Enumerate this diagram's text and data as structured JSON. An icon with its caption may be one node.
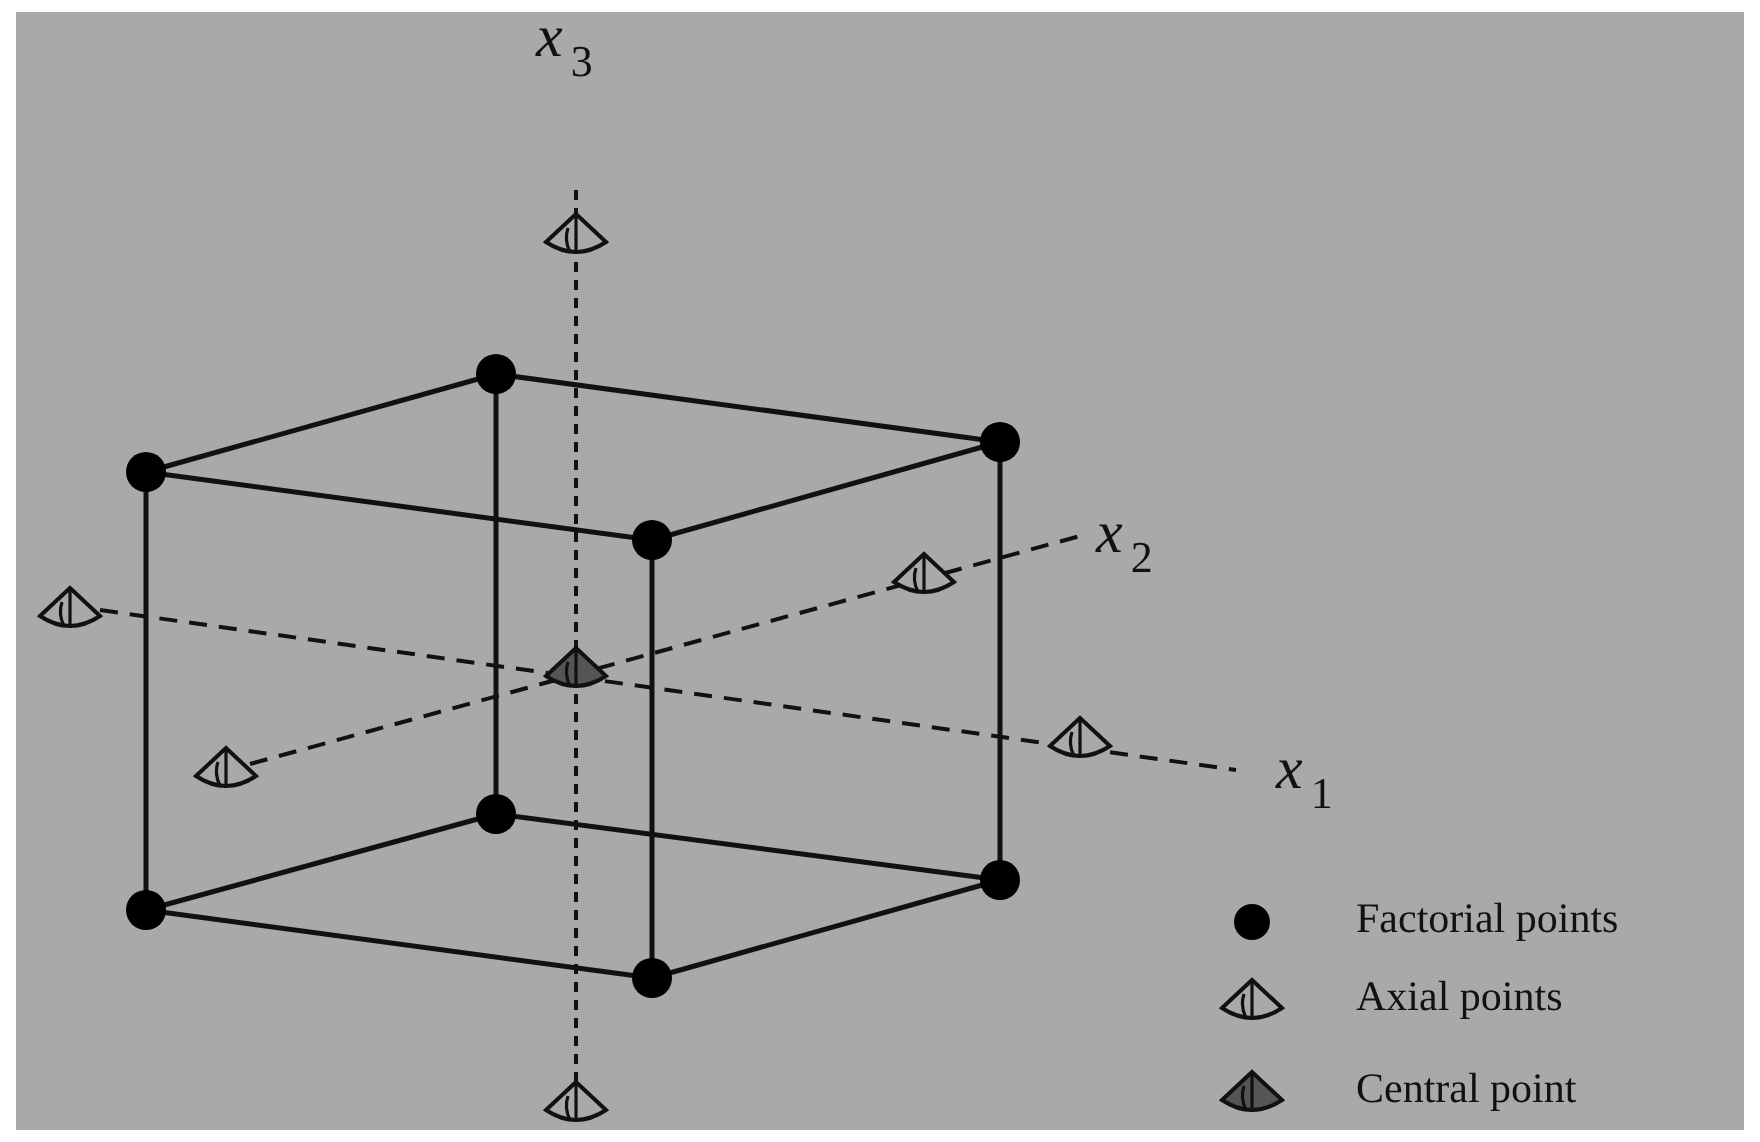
{
  "diagram": {
    "labels": [
      "x$_{3}$",
      "x$_{2}$",
      "x$_{1}$"
    ],
    "legend": [
      {
        "text": "Factorial points"
      },
      {
        "text": "Axial points"
      },
      {
        "text": "Central point"
      }
    ]
  }
}
